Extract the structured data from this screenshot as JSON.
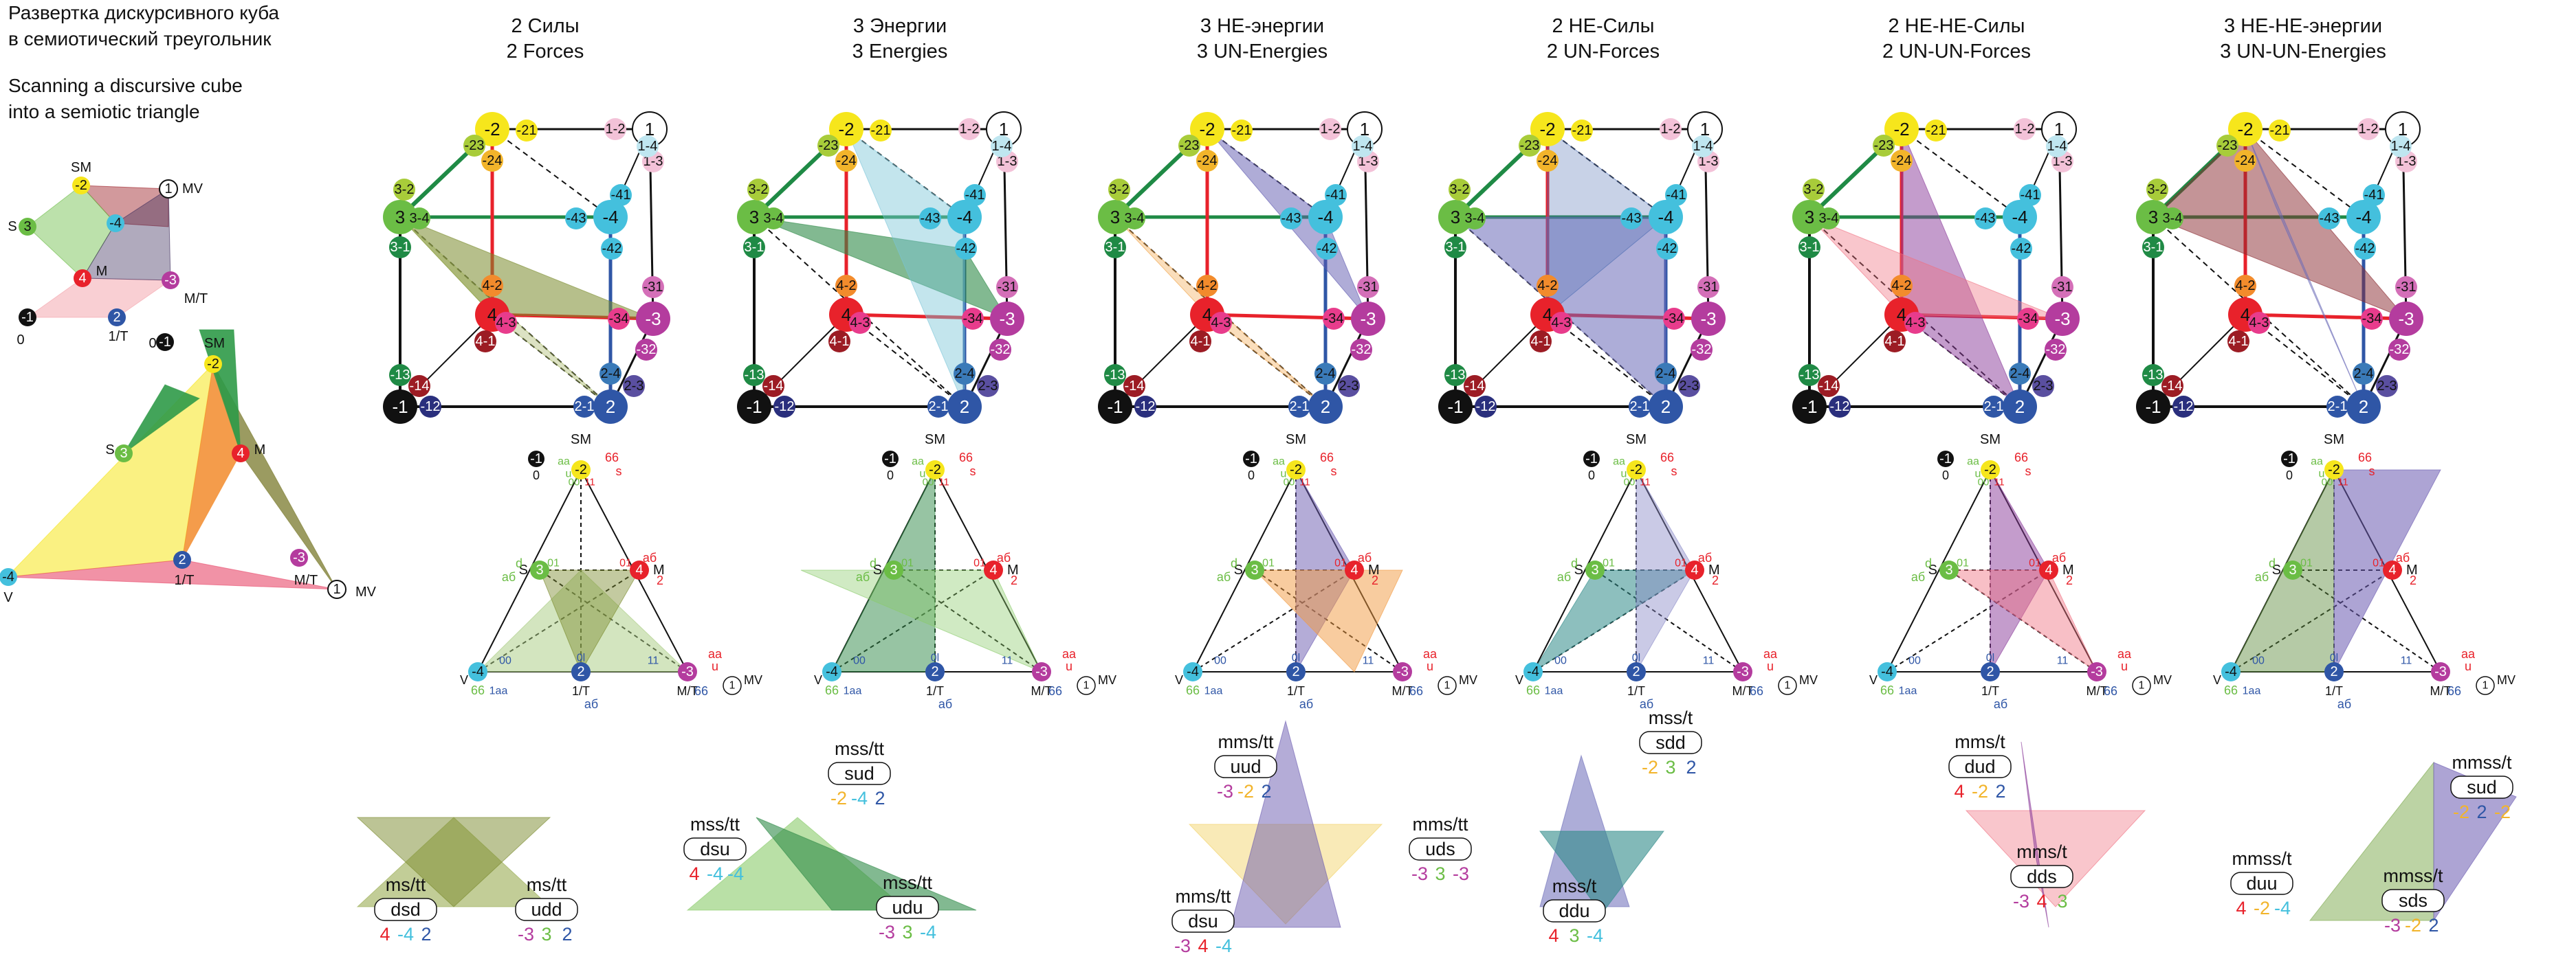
{
  "intro": {
    "ru_line1": "Развертка  дискурсивного куба",
    "ru_line2": "в  семиотический треугольник",
    "en_line1": "Scanning a discursive cube",
    "en_line2": "into a semiotic triangle"
  },
  "columns": [
    {
      "title1": "2 Силы",
      "title2": "2 Forces"
    },
    {
      "title1": "3 Энергии",
      "title2": "3 Energies"
    },
    {
      "title1": "3 НЕ-энергии",
      "title2": "3 UN-Energies"
    },
    {
      "title1": "2 НЕ-Силы",
      "title2": "2 UN-Forces"
    },
    {
      "title1": "2 НЕ-НЕ-Силы",
      "title2": "2 UN-UN-Forces"
    },
    {
      "title1": "3 НЕ-НЕ-энергии",
      "title2": "3 UN-UN-Energies"
    }
  ],
  "node_labels": [
    "1",
    "1-2",
    "1-3",
    "1-4",
    "-2",
    "-21",
    "-23",
    "-24",
    "3",
    "3-1",
    "3-2",
    "3-4",
    "-4",
    "-41",
    "-42",
    "-43",
    "4",
    "4-1",
    "4-2",
    "4-3",
    "-3",
    "-31",
    "-32",
    "-34",
    "2",
    "2-1",
    "2-3",
    "2-4",
    "-1",
    "-12",
    "-13",
    "-14"
  ],
  "small_cube": {
    "sm": "SM",
    "mv": "MV",
    "s": "S",
    "m": "M",
    "mt": "M/T",
    "t": "1/T",
    "zero": "0"
  },
  "big_triangle": {
    "sm": "SM",
    "m": "M",
    "s": "S",
    "mt": "M/T",
    "mv": "MV",
    "v": "V",
    "t": "1/T",
    "zero": "0"
  },
  "tri_labels": {
    "sm": "SM",
    "m": "M",
    "mt": "M/T",
    "s": "S",
    "v": "V",
    "t": "1/T",
    "mv": "MV",
    "zero": "0",
    "d": "d",
    "aa": "aa",
    "u": "u",
    "ab": "аб",
    "s_small": "s",
    "c66": "66",
    "c11": "11",
    "c00": "00",
    "c01": "01",
    "c0l": "0l",
    "one_aa": "1aa"
  },
  "shapes": [
    [
      {
        "tag": "ms/tt",
        "code": "dsd",
        "digits": [
          "4",
          "-4",
          "2"
        ]
      },
      {
        "tag": "ms/tt",
        "code": "udd",
        "digits": [
          "-3",
          "3",
          "2"
        ]
      }
    ],
    [
      {
        "tag": "mss/tt",
        "code": "dsu",
        "digits": [
          "4",
          "-4",
          "-4"
        ]
      },
      {
        "tag": "mss/tt",
        "code": "sud",
        "digits": [
          "-2",
          "-4",
          "2"
        ]
      },
      {
        "tag": "mss/tt",
        "code": "udu",
        "digits": [
          "-3",
          "3",
          "-4"
        ]
      }
    ],
    [
      {
        "tag": "mms/tt",
        "code": "uud",
        "digits": [
          "-3",
          "-2",
          "2"
        ]
      },
      {
        "tag": "mms/tt",
        "code": "uds",
        "digits": [
          "-3",
          "3",
          "-3"
        ]
      },
      {
        "tag": "mms/tt",
        "code": "dsu",
        "digits": [
          "-3",
          "4",
          "-4"
        ]
      }
    ],
    [
      {
        "tag": "mss/t",
        "code": "sdd",
        "digits": [
          "-2",
          "3",
          "2"
        ]
      },
      {
        "tag": "mss/t",
        "code": "ddu",
        "digits": [
          "4",
          "3",
          "-4"
        ]
      }
    ],
    [
      {
        "tag": "mms/t",
        "code": "dud",
        "digits": [
          "4",
          "-2",
          "2"
        ]
      },
      {
        "tag": "mms/t",
        "code": "dds",
        "digits": [
          "-3",
          "4",
          "3"
        ]
      }
    ],
    [
      {
        "tag": "mmss/t",
        "code": "sud",
        "digits": [
          "-2",
          "2",
          "-2"
        ]
      },
      {
        "tag": "mmss/t",
        "code": "duu",
        "digits": [
          "4",
          "-2",
          "-4"
        ]
      },
      {
        "tag": "mmss/t",
        "code": "sds",
        "digits": [
          "-3",
          "-2",
          "2"
        ]
      }
    ]
  ],
  "colors": {
    "yellow": "#f6e61c",
    "green": "#6bbd45",
    "cyan": "#44c0dd",
    "red": "#e8222b",
    "magenta": "#b43c9e",
    "blue": "#2f56a6",
    "black": "#111111",
    "darkred": "#9c1c24",
    "pink": "#f3c2d8",
    "orange": "#f28b2c",
    "darkgreen": "#1f8a45",
    "navy": "#2a2f7d",
    "gold": "#f2b42b",
    "ygreen": "#a8cc3a",
    "gray": "#8a8a8a"
  }
}
